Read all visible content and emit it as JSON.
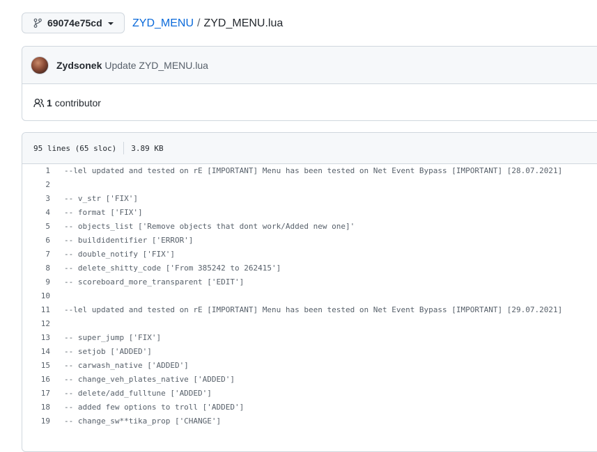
{
  "branch": {
    "label": "69074e75cd",
    "icon": "git-branch-icon"
  },
  "breadcrumb": {
    "repo": "ZYD_MENU",
    "separator": "/",
    "file": "ZYD_MENU.lua"
  },
  "commit": {
    "author": "Zydsonek",
    "message": "Update ZYD_MENU.lua"
  },
  "contributors": {
    "count": "1",
    "label": "contributor",
    "icon": "people-icon"
  },
  "file": {
    "lines_info": "95 lines (65 sloc)",
    "size": "3.89 KB",
    "lines": [
      {
        "n": "1",
        "text": "--lel updated and tested on rE [IMPORTANT] Menu has been tested on Net Event Bypass [IMPORTANT] [28.07.2021]"
      },
      {
        "n": "2",
        "text": ""
      },
      {
        "n": "3",
        "text": "-- v_str ['FIX']"
      },
      {
        "n": "4",
        "text": "-- format ['FIX']"
      },
      {
        "n": "5",
        "text": "-- objects_list ['Remove objects that dont work/Added new one]'"
      },
      {
        "n": "6",
        "text": "-- buildidentifier ['ERROR']"
      },
      {
        "n": "7",
        "text": "-- double_notify ['FIX']"
      },
      {
        "n": "8",
        "text": "-- delete_shitty_code ['From 385242 to 262415']"
      },
      {
        "n": "9",
        "text": "-- scoreboard_more_transparent ['EDIT']"
      },
      {
        "n": "10",
        "text": ""
      },
      {
        "n": "11",
        "text": "--lel updated and tested on rE [IMPORTANT] Menu has been tested on Net Event Bypass [IMPORTANT] [29.07.2021]"
      },
      {
        "n": "12",
        "text": ""
      },
      {
        "n": "13",
        "text": "-- super_jump ['FIX']"
      },
      {
        "n": "14",
        "text": "-- setjob ['ADDED']"
      },
      {
        "n": "15",
        "text": "-- carwash_native ['ADDED']"
      },
      {
        "n": "16",
        "text": "-- change_veh_plates_native ['ADDED']"
      },
      {
        "n": "17",
        "text": "-- delete/add_fulltune ['ADDED']"
      },
      {
        "n": "18",
        "text": "-- added few options to troll ['ADDED']"
      },
      {
        "n": "19",
        "text": "-- change_sw**tika_prop ['CHANGE']"
      }
    ]
  }
}
